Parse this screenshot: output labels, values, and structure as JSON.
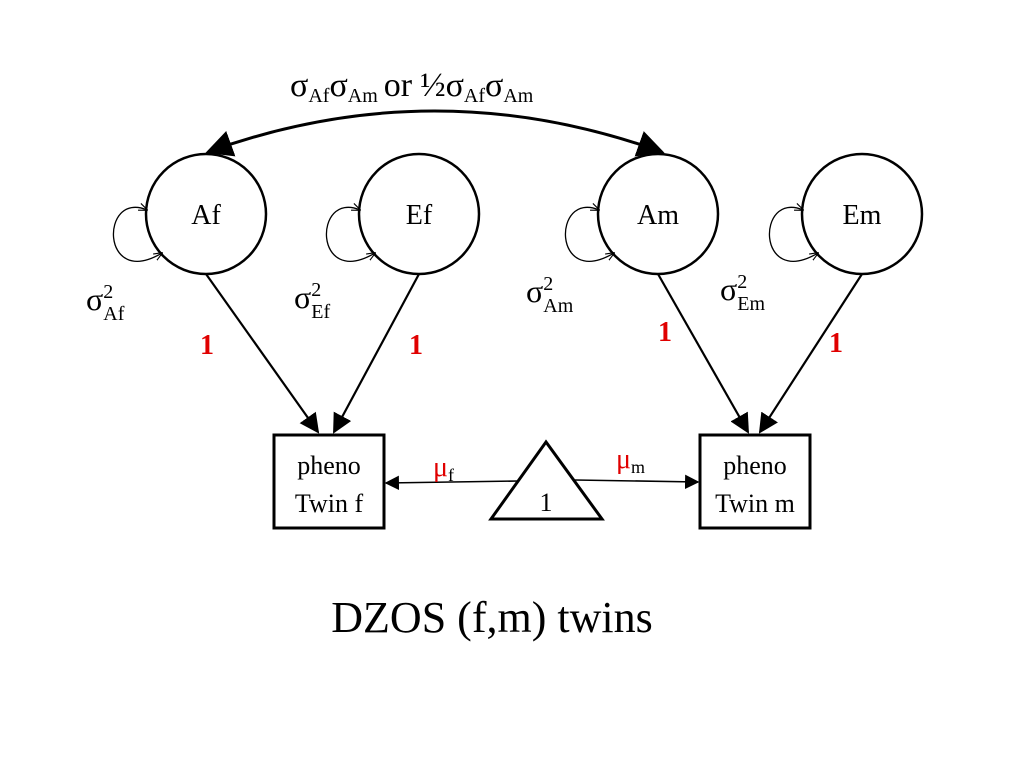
{
  "covariance_label": {
    "sigma": "σ",
    "af1": "Af",
    "am1": "Am",
    "or": "or",
    "half": "½",
    "af2": "Af",
    "am2": "Am"
  },
  "nodes": {
    "af": "Af",
    "ef": "Ef",
    "am": "Am",
    "em": "Em",
    "pheno_f": {
      "line1": "pheno",
      "line2": "Twin f"
    },
    "pheno_m": {
      "line1": "pheno",
      "line2": "Twin m"
    },
    "constant": "1"
  },
  "variance_labels": {
    "sigma": "σ",
    "power": "2",
    "af": "Af",
    "ef": "Ef",
    "am": "Am",
    "em": "Em"
  },
  "path_coefficients": {
    "af": "1",
    "ef": "1",
    "am": "1",
    "em": "1"
  },
  "means": {
    "mu": "μ",
    "f": "f",
    "m": "m"
  },
  "caption": "DZOS (f,m) twins",
  "colors": {
    "coefficient": "#e00000",
    "lines": "#000000"
  }
}
